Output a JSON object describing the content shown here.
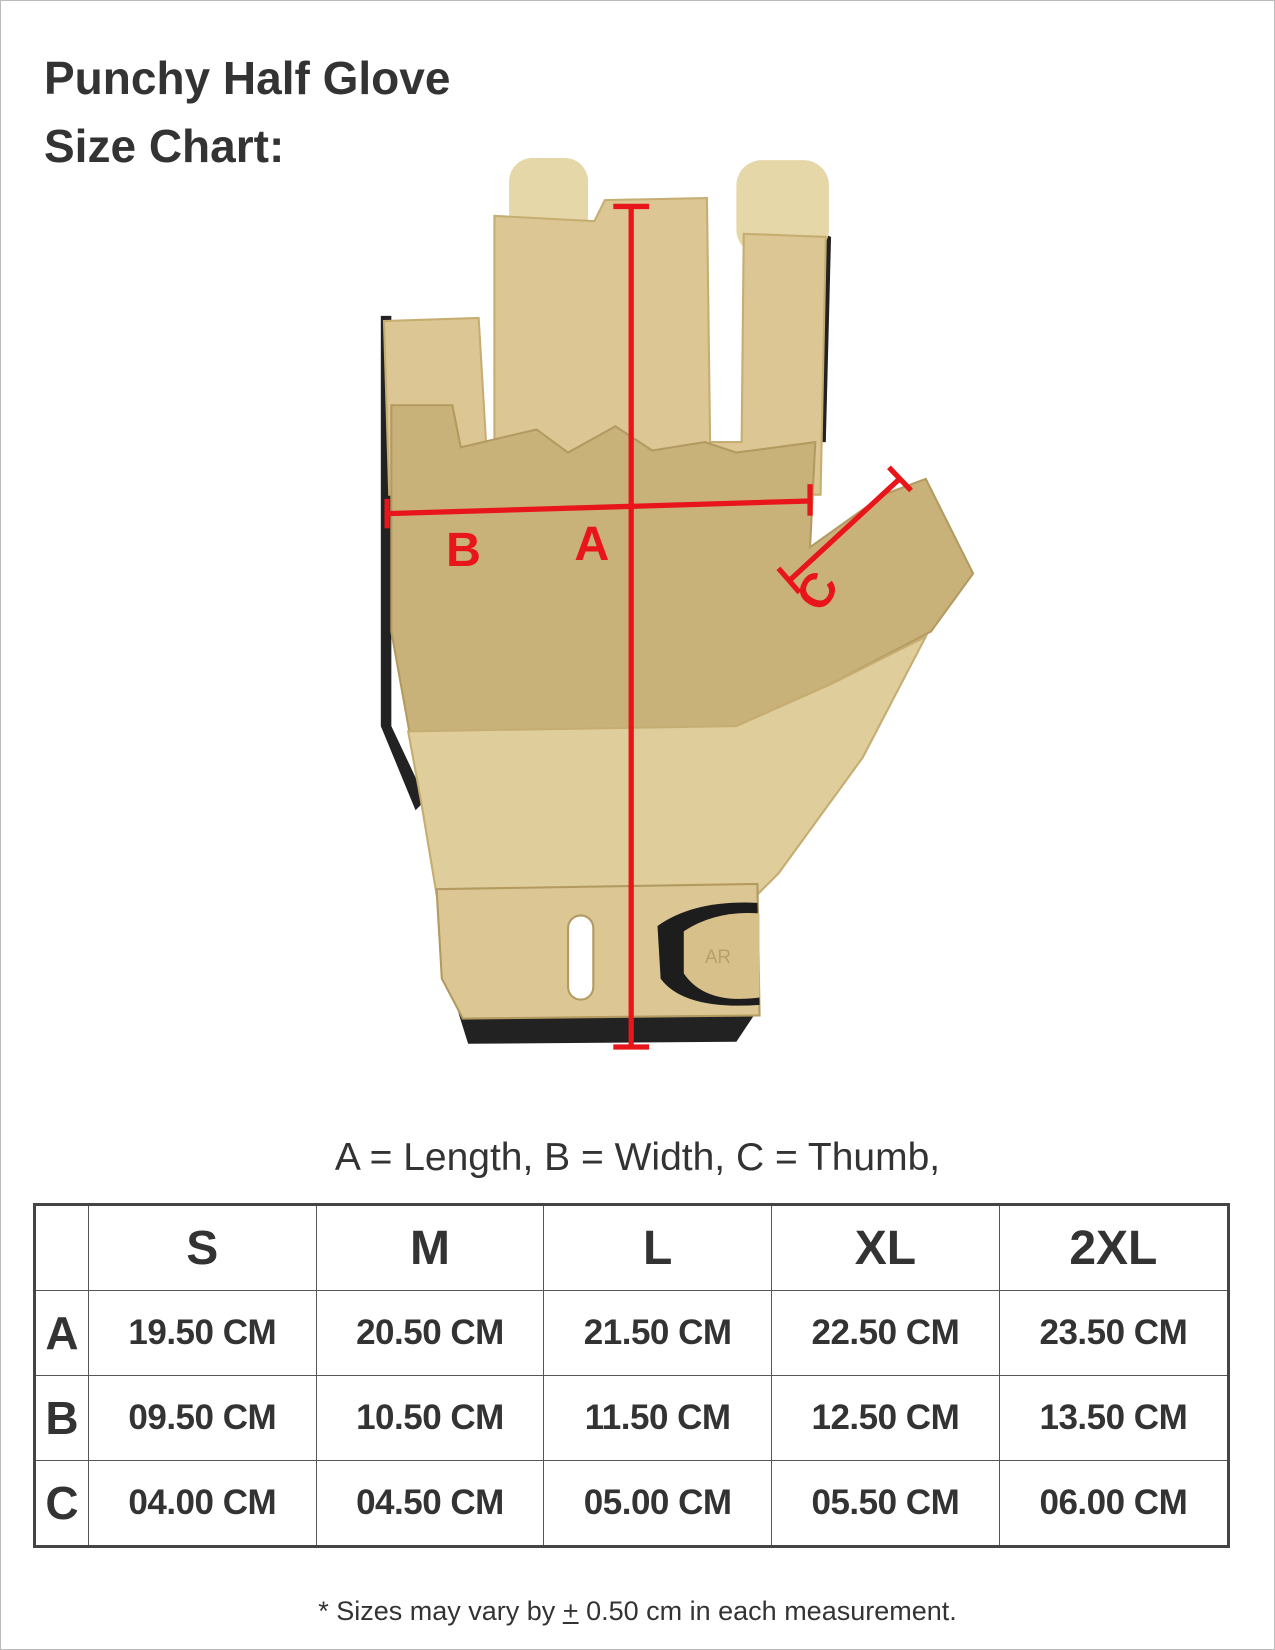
{
  "title": {
    "line1": "Punchy Half Glove",
    "line2": "Size Chart:"
  },
  "diagram": {
    "labels": {
      "a": "A",
      "b": "B",
      "c": "C"
    },
    "brand_mark": "AR",
    "measure_color": "#e8161b",
    "glove_color": "#d9c48f"
  },
  "legend": "A = Length, B = Width, C = Thumb,",
  "table": {
    "corner": "",
    "sizes": [
      "S",
      "M",
      "L",
      "XL",
      "2XL"
    ],
    "rows": [
      {
        "label": "A",
        "values": [
          "19.50 CM",
          "20.50 CM",
          "21.50 CM",
          "22.50 CM",
          "23.50 CM"
        ]
      },
      {
        "label": "B",
        "values": [
          "09.50 CM",
          "10.50 CM",
          "11.50 CM",
          "12.50 CM",
          "13.50 CM"
        ]
      },
      {
        "label": "C",
        "values": [
          "04.00 CM",
          "04.50 CM",
          "05.00 CM",
          "05.50 CM",
          "06.00 CM"
        ]
      }
    ]
  },
  "footnote": {
    "prefix": "* Sizes may vary by ",
    "pm": "+",
    "suffix": " 0.50 cm in each measurement."
  }
}
